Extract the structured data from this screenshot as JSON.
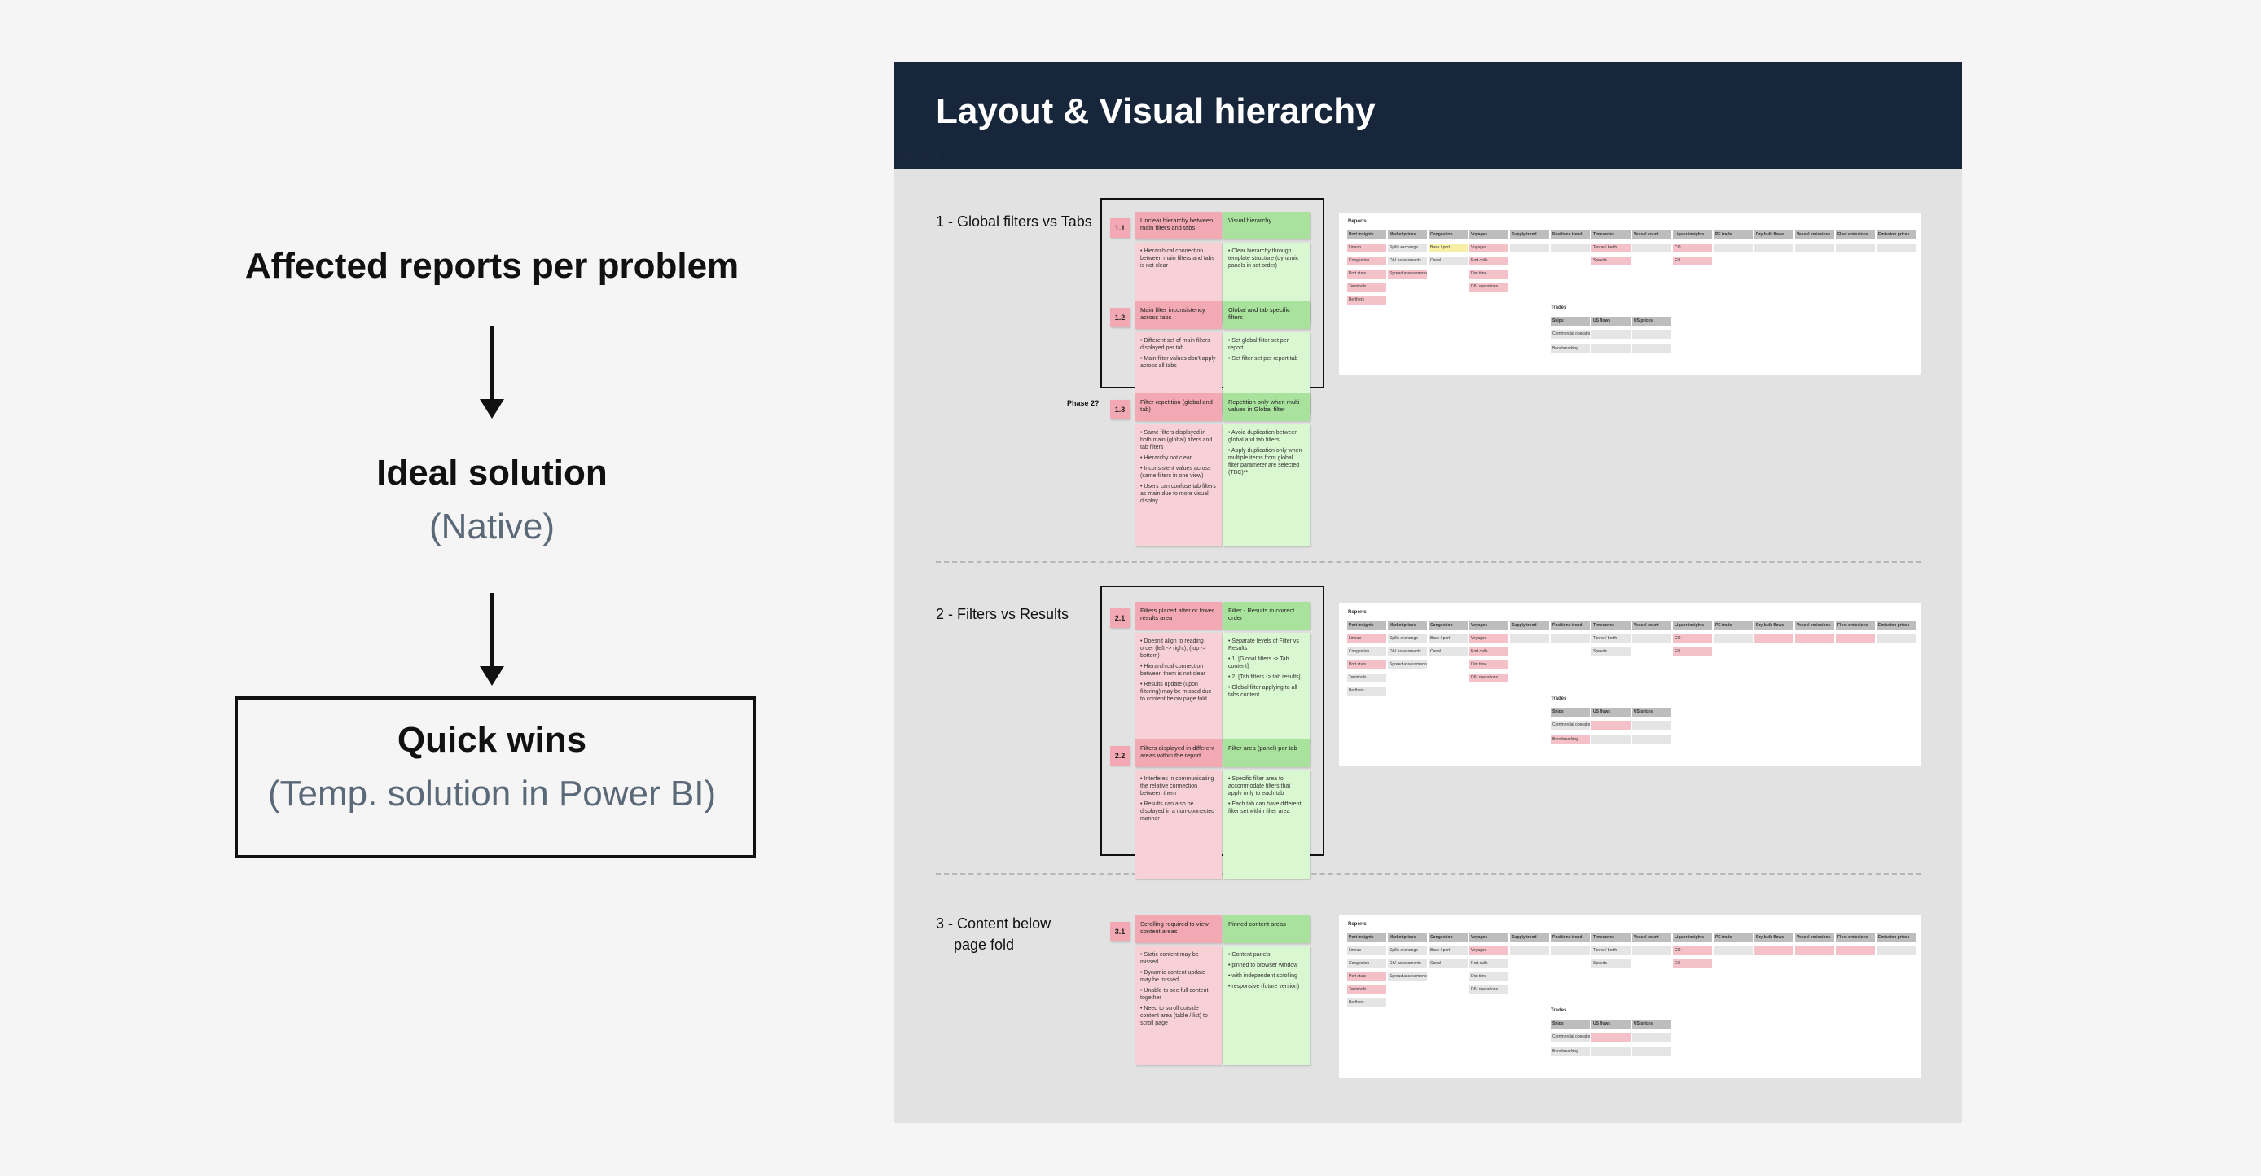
{
  "flow": {
    "step1": "Affected reports per problem",
    "step2_title": "Ideal solution",
    "step2_sub": "(Native)",
    "step3_title": "Quick wins",
    "step3_sub": "(Temp. solution in Power BI)"
  },
  "board": {
    "title": "Layout & Visual hierarchy",
    "phase_tag": "Phase 1",
    "phase2_tag": "Phase 2?",
    "sections": [
      {
        "label": "1 - Global filters vs Tabs",
        "items": [
          {
            "num": "1.1",
            "problem": "Unclear hierarchy between main filters and tabs",
            "problem_points": [
              "Hierarchical connection between main filters and tabs is not clear"
            ],
            "solution": "Visual hierarchy",
            "solution_points": [
              "Clear hierarchy through template structure (dynamic panels in set order)"
            ]
          },
          {
            "num": "1.2",
            "problem": "Main filter inconsistency across tabs",
            "problem_points": [
              "Different set of main filters displayed per tab",
              "Main filter values don't apply across all tabs"
            ],
            "solution": "Global and tab specific filters",
            "solution_points": [
              "Set global filter set per report",
              "Set filter set per report tab"
            ]
          },
          {
            "num": "1.3",
            "problem": "Filter repetition (global and tab)",
            "problem_points": [
              "Same filters displayed in both main (global) filters and tab filters",
              "Hierarchy not clear",
              "Inconsistent values across (same filters in one view)",
              "Users can confuse tab filters as main due to more visual display"
            ],
            "solution": "Repetition only when multi values in Global filter",
            "solution_points": [
              "Avoid duplication between global and tab filters",
              "Apply duplication only when multiple items from global filter parameter are selected (TBC)**"
            ]
          }
        ]
      },
      {
        "label": "2 - Filters vs Results",
        "items": [
          {
            "num": "2.1",
            "problem": "Filters placed after or lower results area",
            "problem_points": [
              "Doesn't align to reading order (left -> right), (top -> bottom)",
              "Hierarchical connection between them is not clear",
              "Results update (upon filtering) may be missed due to content below page fold"
            ],
            "solution": "Filter - Results in correct order",
            "solution_points": [
              "Separate levels of Filter vs Results",
              "1. [Global filters -> Tab content]",
              "2. [Tab filters -> tab results]",
              "Global filter applying to all tabs content"
            ]
          },
          {
            "num": "2.2",
            "problem": "Filters displayed in different areas within the report",
            "problem_points": [
              "Interferes in communicating the relative connection between them",
              "Results can also be displayed in a non-connected manner"
            ],
            "solution": "Filter area (panel) per tab",
            "solution_points": [
              "Specific filter area to accommodate filters that apply only to each tab",
              "Each tab can have different filter set within filter area"
            ]
          }
        ]
      },
      {
        "label_line1": "3 - Content below",
        "label_line2": "page fold",
        "items": [
          {
            "num": "3.1",
            "problem": "Scrolling required to view content areas",
            "problem_points": [
              "Static content may be missed",
              "Dynamic content update may be missed",
              "Unable to see full content together",
              "Need to scroll outside content area (table / list) to scroll page"
            ],
            "solution": "Pinned content areas",
            "solution_points": [
              "Content panels",
              "pinned to browser window",
              "with independent scrolling",
              "responsive (future version)"
            ]
          }
        ]
      }
    ],
    "report_matrix": {
      "title": "Reports",
      "headers": [
        "Port insights",
        "Market prices",
        "Congestion",
        "Voyages",
        "Supply trend",
        "Positions trend",
        "Timeseries",
        "Vessel count",
        "Liquor insights",
        "PE trade",
        "Dry bulk flows",
        "Vessel emissions",
        "Fleet emissions",
        "Emission prices"
      ],
      "rows": [
        [
          "Lineup",
          "Spills exchange",
          "Base / port",
          "Voyages",
          "",
          "",
          "Tonne / berth",
          "",
          "CO",
          "",
          "",
          "",
          "",
          ""
        ],
        [
          "Congestion",
          "DIV assessments",
          "Canal",
          "Port calls",
          "",
          "",
          "Speeds",
          "",
          "EU",
          "",
          "",
          "",
          "",
          ""
        ],
        [
          "Port stats",
          "Spread assessments",
          "",
          "Dist time",
          "",
          "",
          "",
          "",
          "",
          "",
          "",
          "",
          "",
          ""
        ],
        [
          "Terminals",
          "",
          "",
          "DIV operations",
          "",
          "",
          "",
          "",
          "",
          "",
          "",
          "",
          "",
          ""
        ],
        [
          "Berthers",
          "",
          "",
          "",
          "",
          "",
          "",
          "",
          "",
          "",
          "",
          "",
          "",
          ""
        ]
      ],
      "sub_title": "Trades",
      "sub_headers": [
        "Ships",
        "US flows",
        "US prices"
      ],
      "sub_rows": [
        [
          "Commercial operator",
          "",
          ""
        ],
        [
          "Benchmarking",
          "",
          ""
        ]
      ]
    }
  },
  "colors": {
    "header_bg": "#17263a",
    "problem_header": "#f2a9b3",
    "problem_body": "#f7d1d6",
    "solution_header": "#a8e29c",
    "solution_body": "#d9f7d0",
    "affected_cell": "#f5c1c9"
  }
}
